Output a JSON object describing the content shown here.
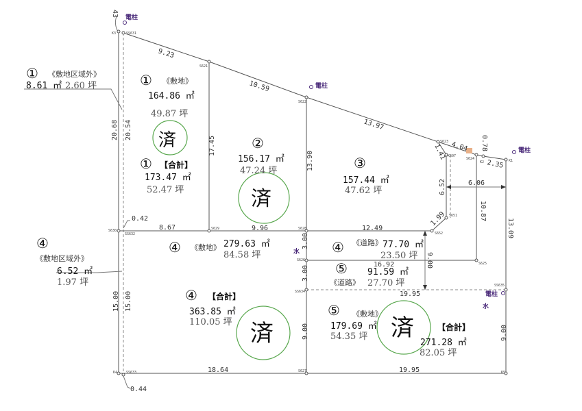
{
  "stamp_char": "済",
  "stamp_color": "#5aa84f",
  "pole_label": "電柱",
  "water_label": "水",
  "lots": {
    "lot1_outside": {
      "num": "①",
      "label": "《敷地区域外》",
      "area": "8.61 ㎡",
      "tsubo": "2.60 坪"
    },
    "lot1_site": {
      "num": "①",
      "label": "《敷地》",
      "area": "164.86 ㎡",
      "tsubo": "49.87 坪"
    },
    "lot1_total": {
      "num": "①",
      "label": "【合計】",
      "area": "173.47 ㎡",
      "tsubo": "52.47 坪"
    },
    "lot2": {
      "num": "②",
      "area": "156.17 ㎡",
      "tsubo": "47.24 坪"
    },
    "lot3": {
      "num": "③",
      "area": "157.44 ㎡",
      "tsubo": "47.62 坪"
    },
    "lot4_outside": {
      "num": "④",
      "label": "《敷地区域外》",
      "area": "6.52 ㎡",
      "tsubo": "1.97 坪"
    },
    "lot4_site": {
      "num": "④",
      "label": "《敷地》",
      "area": "279.63 ㎡",
      "tsubo": "84.58 坪"
    },
    "lot4_road": {
      "num": "④",
      "label": "《道路》",
      "area": "77.70 ㎡",
      "tsubo": "23.50 坪"
    },
    "lot4_total": {
      "num": "④",
      "label": "【合計】",
      "area": "363.85 ㎡",
      "tsubo": "110.05 坪"
    },
    "lot5_road": {
      "num": "⑤",
      "label": "《道路》",
      "area": "91.59 ㎡",
      "tsubo": "27.70 坪"
    },
    "lot5_site": {
      "num": "⑤",
      "label": "《敷地》",
      "area": "179.69 ㎡",
      "tsubo": "54.35 坪"
    },
    "lot5_total": {
      "label": "【合計】",
      "area": "271.28 ㎡",
      "tsubo": "82.05 坪"
    }
  },
  "dims": {
    "d943": "43",
    "d923": "9.23",
    "d1059": "10.59",
    "d1397": "13.97",
    "d404": "4.04",
    "d078": "0.78",
    "d235": "2.35",
    "d141": "1.41",
    "d652": "6.52",
    "d606": "6.06",
    "d1087": "10.87",
    "d1309": "13.09",
    "d199": "1.99",
    "d2068": "20.68",
    "d2054": "20.54",
    "d1745": "17.45",
    "d1390": "13.90",
    "d042": "0.42",
    "d867": "8.67",
    "d996": "9.96",
    "d1249": "12.49",
    "d300a": "3.00",
    "d300b": "3.00",
    "d900arrow": "9.00",
    "d1692": "16.92",
    "d1995a": "19.95",
    "d1500a": "15.00",
    "d1500b": "15.00",
    "d900a": "9.00",
    "d900b": "9.00",
    "d1864": "18.64",
    "d1995b": "19.95",
    "d044": "0.44"
  },
  "points": {
    "K3": "K3",
    "SS631": "SS631",
    "S621": "S621",
    "S622": "S622",
    "S623": "S623",
    "K607": "K607",
    "S624": "S624",
    "K2": "K2",
    "K1": "K1",
    "S651": "S651",
    "S652": "S652",
    "S630": "S630",
    "SS632": "SS632",
    "S629": "S629",
    "S628": "S628",
    "S626": "S626",
    "S625": "S625",
    "SS634": "SS634",
    "SS635": "SS635",
    "K4": "K4",
    "SS633": "SS633",
    "S627": "S627",
    "K5": "K5"
  }
}
